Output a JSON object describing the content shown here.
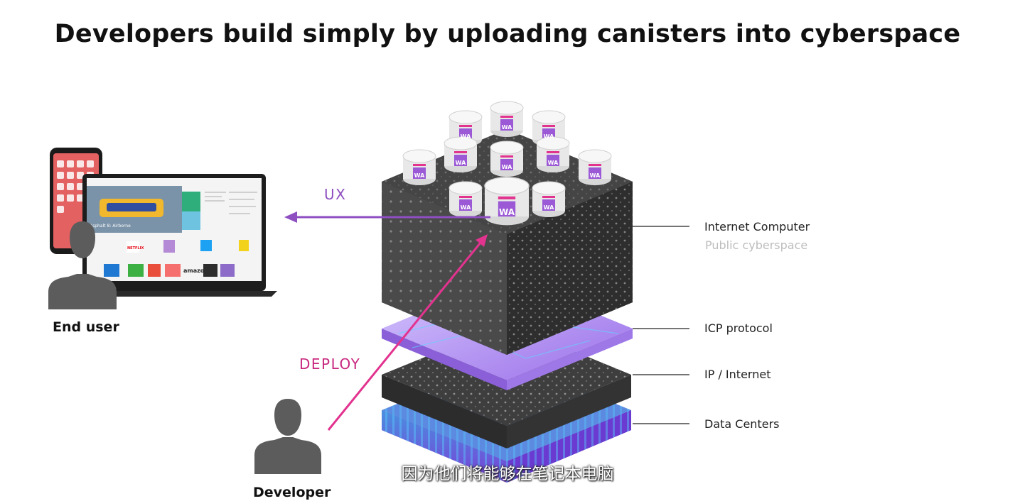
{
  "title": "Developers build simply by uploading canisters into cyberspace",
  "arrows": {
    "ux": "UX",
    "deploy": "DEPLOY"
  },
  "layers": {
    "internet_computer": "Internet Computer",
    "public_cyberspace": "Public cyberspace",
    "icp_protocol": "ICP protocol",
    "ip_internet": "IP / Internet",
    "data_centers": "Data Centers"
  },
  "people": {
    "end_user": "End user",
    "developer": "Developer"
  },
  "canister_label": "WA",
  "subtitle": "因为他们将能够在笔记本电脑",
  "colors": {
    "ux_arrow": "#8e4fc0",
    "deploy_arrow": "#e2338f",
    "cube_dark": "#3b3b3b",
    "protocol_layer": "#a98be6",
    "datacenter_layer": "#6a3fd0",
    "person": "#5c5c5c"
  },
  "laptop_screen": {
    "banner": "Asphalt 8: Airborne",
    "store_text": "amazon",
    "netflix": "NETFLIX"
  }
}
